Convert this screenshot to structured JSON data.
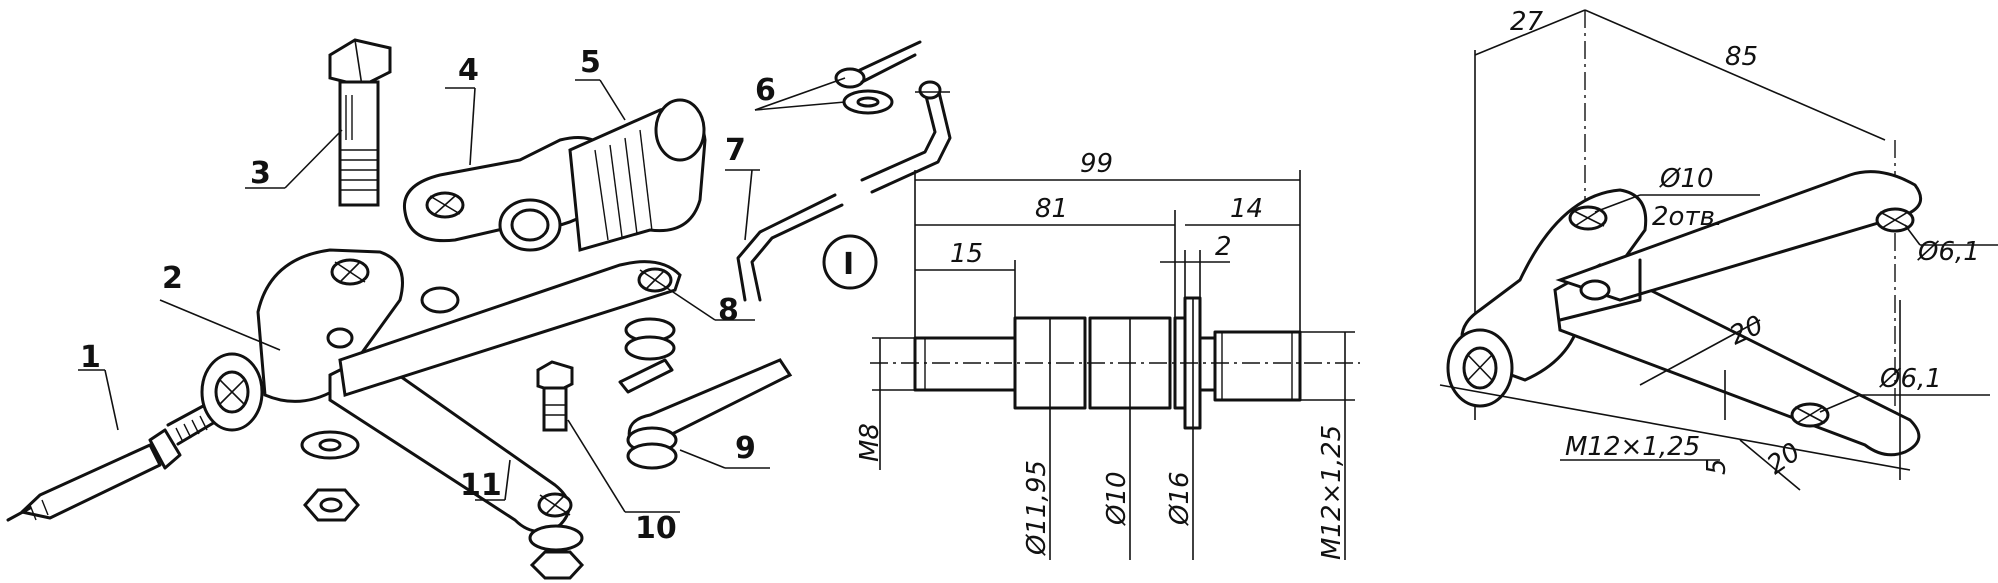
{
  "part_numbers": {
    "p1": "1",
    "p2": "2",
    "p3": "3",
    "p4": "4",
    "p5": "5",
    "p6": "6",
    "p7": "7",
    "p8": "8",
    "p9": "9",
    "p10": "10",
    "p11": "11"
  },
  "view_marker": "I",
  "axle_dims": {
    "total": "99",
    "left": "81",
    "right": "14",
    "stub": "15",
    "step": "2",
    "d_m8": "M8",
    "d_1195": "Ø11,95",
    "d_10": "Ø10",
    "d_16": "Ø16",
    "d_m12": "M12×1,25"
  },
  "arm_dims": {
    "w27": "27",
    "l85": "85",
    "hole10": "Ø10",
    "hole10_note": "2отв.",
    "hole61_a": "Ø6,1",
    "hole61_b": "Ø6,1",
    "d20_a": "20",
    "d20_b": "20",
    "d5": "5",
    "thread": "M12×1,25"
  }
}
